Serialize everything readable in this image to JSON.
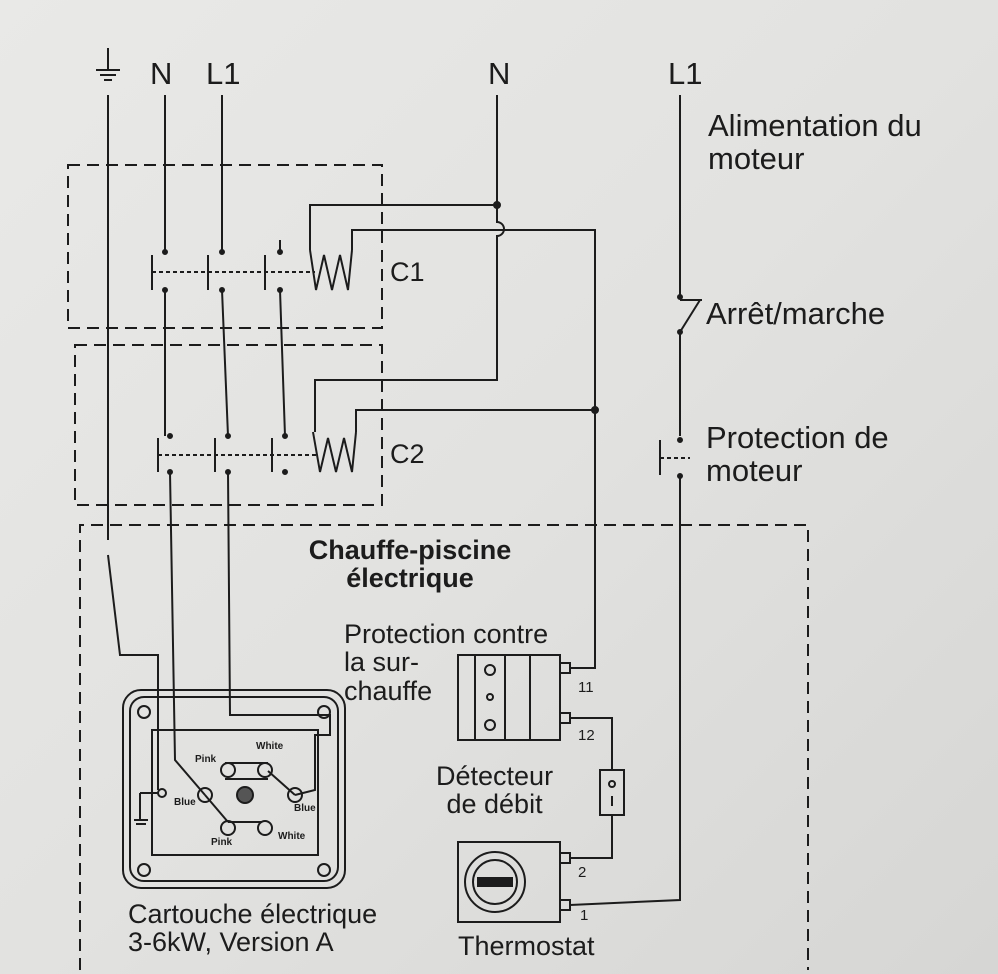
{
  "supply_left": {
    "earth_symbol": "earth-icon",
    "neutral": "N",
    "line": "L1"
  },
  "supply_right": {
    "neutral": "N",
    "line": "L1"
  },
  "labels": {
    "motor_supply": [
      "Alimentation du",
      "moteur"
    ],
    "on_off": "Arrêt/marche",
    "motor_protection": [
      "Protection de",
      "moteur"
    ],
    "contactor_1": "C1",
    "contactor_2": "C2",
    "heater_title": [
      "Chauffe-piscine",
      "électrique"
    ],
    "overheat_protection": [
      "Protection contre",
      "la sur-",
      "chauffe"
    ],
    "flow_detector": [
      "Détecteur",
      "de débit"
    ],
    "thermostat": "Thermostat",
    "cartridge": [
      "Cartouche électrique",
      "3-6kW, Version A"
    ]
  },
  "terminals": {
    "t11": "11",
    "t12": "12",
    "t2": "2",
    "t1": "1"
  },
  "cartridge_wires": {
    "pink_top": "Pink",
    "white_top": "White",
    "blue_left": "Blue",
    "blue_right": "Blue",
    "pink_bottom": "Pink",
    "white_bottom": "White"
  },
  "colors": {
    "ink": "#1c1c1c",
    "paper": "#e4e4e2"
  }
}
